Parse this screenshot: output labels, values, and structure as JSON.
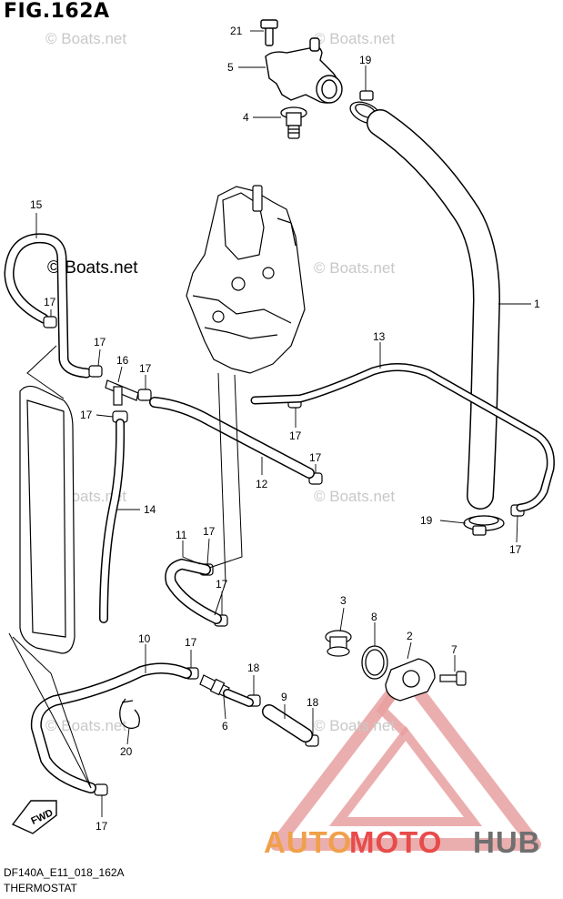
{
  "figure": {
    "title": "FIG.162A",
    "code": "DF140A_E11_018_162A",
    "subtitle": "THERMOSTAT"
  },
  "watermark": "© Boats.net",
  "direction_label": "FWD",
  "brand": {
    "part1": "AUTO",
    "part2": "MOTO",
    "part3": "HUB",
    "color_orange": "#f0a04a",
    "color_red": "#e84b4b",
    "color_gray": "#6f6f6f"
  },
  "callouts": [
    {
      "id": "c21",
      "label": "21"
    },
    {
      "id": "c5",
      "label": "5"
    },
    {
      "id": "c19a",
      "label": "19"
    },
    {
      "id": "c4",
      "label": "4"
    },
    {
      "id": "c15",
      "label": "15"
    },
    {
      "id": "c1",
      "label": "1"
    },
    {
      "id": "c17a",
      "label": "17"
    },
    {
      "id": "c13",
      "label": "13"
    },
    {
      "id": "c17b",
      "label": "17"
    },
    {
      "id": "c16",
      "label": "16"
    },
    {
      "id": "c17c",
      "label": "17"
    },
    {
      "id": "c17d",
      "label": "17"
    },
    {
      "id": "c17e",
      "label": "17"
    },
    {
      "id": "c17f",
      "label": "17"
    },
    {
      "id": "c12",
      "label": "12"
    },
    {
      "id": "c14",
      "label": "14"
    },
    {
      "id": "c19b",
      "label": "19"
    },
    {
      "id": "c17g",
      "label": "17"
    },
    {
      "id": "c11",
      "label": "11"
    },
    {
      "id": "c17h",
      "label": "17"
    },
    {
      "id": "c17i",
      "label": "17"
    },
    {
      "id": "c3",
      "label": "3"
    },
    {
      "id": "c8",
      "label": "8"
    },
    {
      "id": "c2",
      "label": "2"
    },
    {
      "id": "c10",
      "label": "10"
    },
    {
      "id": "c17j",
      "label": "17"
    },
    {
      "id": "c7",
      "label": "7"
    },
    {
      "id": "c18a",
      "label": "18"
    },
    {
      "id": "c9",
      "label": "9"
    },
    {
      "id": "c18b",
      "label": "18"
    },
    {
      "id": "c6",
      "label": "6"
    },
    {
      "id": "c20",
      "label": "20"
    },
    {
      "id": "c17k",
      "label": "17"
    }
  ]
}
